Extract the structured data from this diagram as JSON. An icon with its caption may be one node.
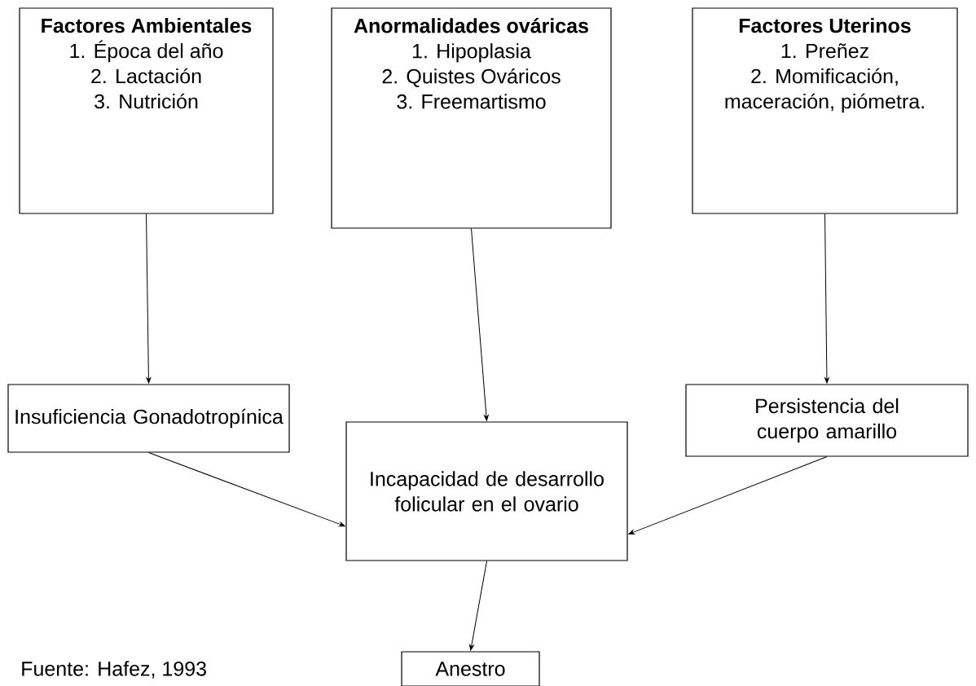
{
  "diagram": {
    "nodes": [
      {
        "text": [
          "Factores Ambientales",
          "1. Época del año",
          "2. Lactación",
          "3. Nutrición"
        ]
      },
      {
        "text": [
          "Anormalidades ováricas",
          "1. Hipoplasia",
          "2. Quistes Ováricos",
          "3. Freemartismo"
        ]
      },
      {
        "text": [
          "Factores Uterinos",
          "1. Preñez",
          "2. Momificación, maceración, piómetra."
        ]
      },
      {
        "text": [
          "Insuficiencia Gonadotropínica"
        ]
      },
      {
        "text": [
          "Persistencia del cuerpo amarillo"
        ]
      },
      {
        "text": [
          "Incapacidad de desarrollo folicular en el ovario"
        ]
      },
      {
        "text": [
          "Anestro"
        ]
      }
    ],
    "edges": [
      {
        "from": 0,
        "to": 3,
        "arrow": "to"
      },
      {
        "from": 1,
        "to": 5,
        "arrow": "to"
      },
      {
        "from": 2,
        "to": 4,
        "arrow": "to"
      },
      {
        "from": 3,
        "to": 5,
        "arrow": "to"
      },
      {
        "from": 4,
        "to": 5,
        "arrow": "to"
      },
      {
        "from": 5,
        "to": 6,
        "arrow": "to"
      }
    ],
    "labels": [
      "Fuente: Hafez, 1993"
    ]
  }
}
